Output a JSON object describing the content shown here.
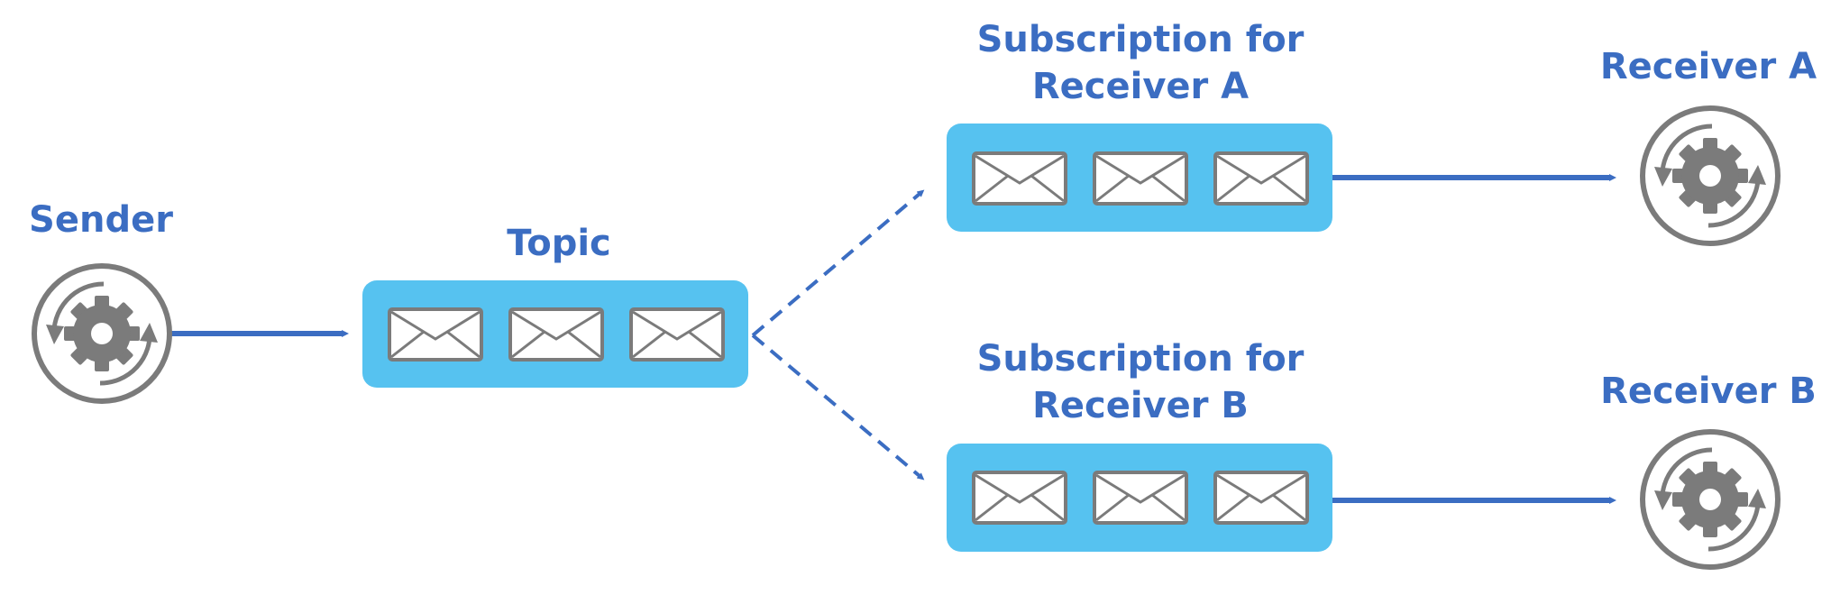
{
  "colors": {
    "label": "#3b6dc2",
    "queue_fill": "#56c2f0",
    "connector": "#3b6dc2",
    "icon_gray": "#7b7b7b"
  },
  "nodes": {
    "sender": {
      "label": "Sender",
      "icon": "gear-process-icon"
    },
    "topic": {
      "label": "Topic",
      "message_count": 3,
      "message_icon": "envelope-icon"
    },
    "subscription_a": {
      "label_line1": "Subscription for",
      "label_line2": "Receiver A",
      "message_count": 3,
      "message_icon": "envelope-icon"
    },
    "subscription_b": {
      "label_line1": "Subscription for",
      "label_line2": "Receiver B",
      "message_count": 3,
      "message_icon": "envelope-icon"
    },
    "receiver_a": {
      "label": "Receiver A",
      "icon": "gear-process-icon"
    },
    "receiver_b": {
      "label": "Receiver B",
      "icon": "gear-process-icon"
    }
  },
  "edges": [
    {
      "from": "sender",
      "to": "topic",
      "style": "solid"
    },
    {
      "from": "topic",
      "to": "subscription_a",
      "style": "dashed"
    },
    {
      "from": "topic",
      "to": "subscription_b",
      "style": "dashed"
    },
    {
      "from": "subscription_a",
      "to": "receiver_a",
      "style": "solid"
    },
    {
      "from": "subscription_b",
      "to": "receiver_b",
      "style": "solid"
    }
  ]
}
